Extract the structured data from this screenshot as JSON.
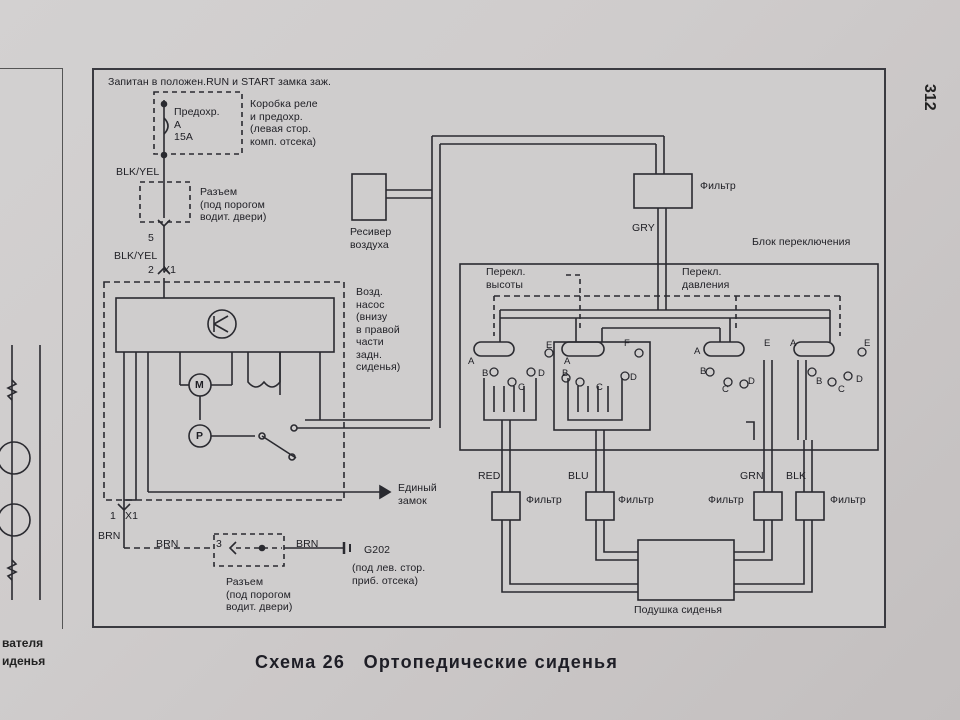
{
  "page_number": "312",
  "caption": "Схема 26   Ортопедические сиденья",
  "left_page_fragment": [
    "вателя",
    "иденья"
  ],
  "labels": {
    "power": "Запитан в положен.RUN и START замка заж.",
    "fuse": "Предохр.\nA\n15A",
    "relay_box": "Коробка реле\nи предохр.\n(левая стор.\nкомп. отсека)",
    "wire_blk_yel_1": "BLK/YEL",
    "connector_1": "Разъем\n(под порогом\nводит. двери)",
    "pin_5": "5",
    "wire_blk_yel_2": "BLK/YEL",
    "pin_2_x1": "2   X1",
    "receiver": "Ресивер\nвоздуха",
    "filter_top": "Фильтр",
    "wire_gry": "GRY",
    "switch_block": "Блок переключения",
    "height_switch": "Перекл.\nвысоты",
    "pressure_switch": "Перекл.\nдавления",
    "pump": "Возд.\nнасос\n(внизу\nв правой\nчасти\nзадн.\nсиденья)",
    "motor": "M",
    "pressure_p": "P",
    "central_lock": "Единый\nзамок",
    "pin_1_x1": "1   X1",
    "wire_brn_1": "BRN",
    "wire_brn_2": "BRN",
    "pin_3": "3",
    "wire_brn_3": "BRN",
    "ground": "G202",
    "ground_loc": "(под лев. стор.\nприб. отсека)",
    "connector_2": "Разъем\n(под порогом\nводит. двери)",
    "wire_red": "RED",
    "wire_blu": "BLU",
    "wire_grn": "GRN",
    "wire_blk": "BLK",
    "filter_1": "Фильтр",
    "filter_2": "Фильтр",
    "filter_3": "Фильтр",
    "filter_4": "Фильтр",
    "cushion": "Подушка сиденья",
    "port_a": "A",
    "port_b": "B",
    "port_c": "C",
    "port_d": "D",
    "port_e": "E",
    "port_f": "F"
  }
}
